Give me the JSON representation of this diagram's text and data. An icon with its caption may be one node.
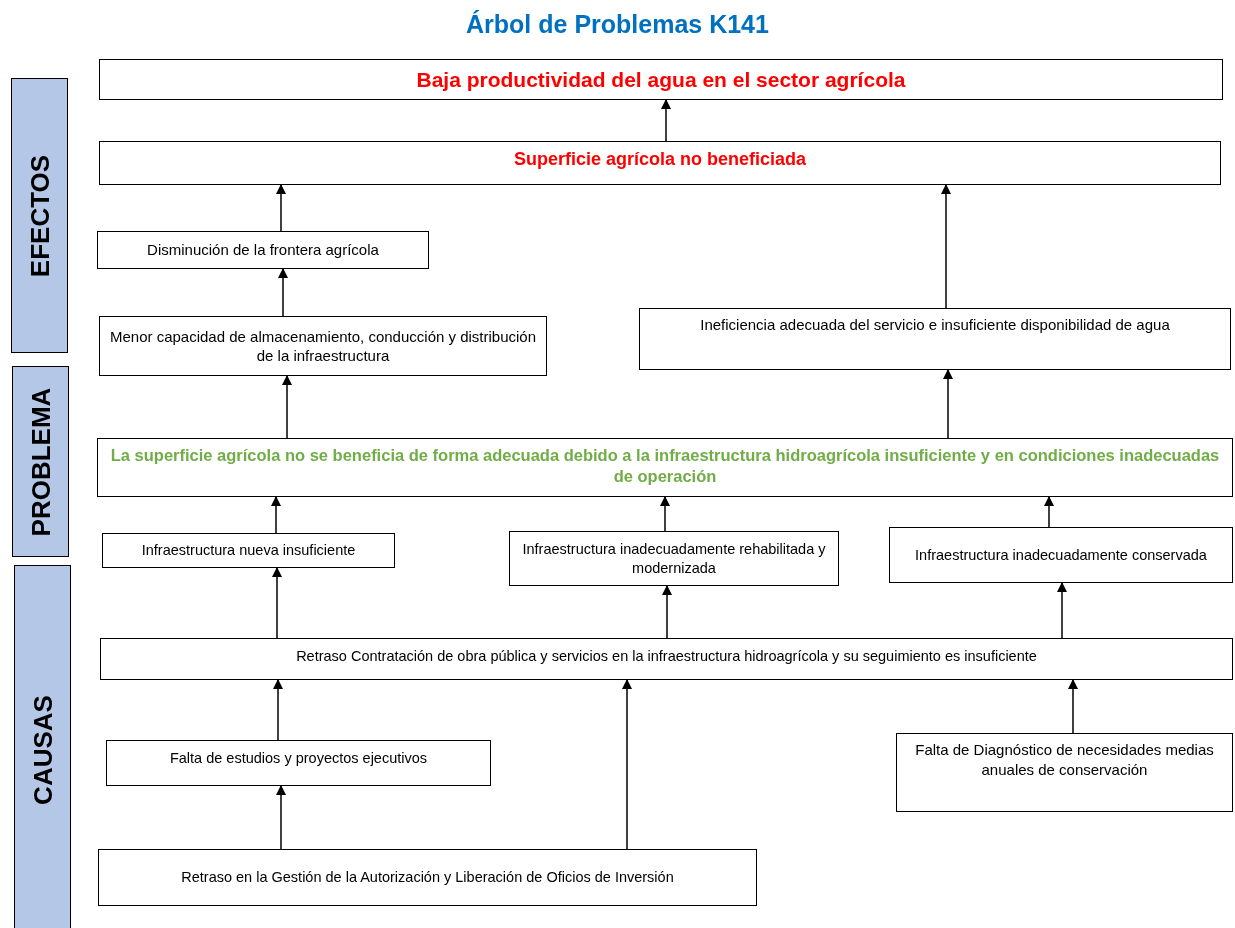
{
  "diagram": {
    "title": "Árbol de Problemas K141",
    "nodes": [
      {
        "text": [
          "Baja productividad del agua en el sector agrícola"
        ]
      },
      {
        "text": [
          "Superficie agrícola no beneficiada"
        ]
      },
      {
        "text": [
          "Disminución de la frontera agrícola"
        ]
      },
      {
        "text": [
          "Menor capacidad de almacenamiento, conducción y distribución de la infraestructura"
        ]
      },
      {
        "text": [
          "Ineficiencia adecuada del servicio e insuficiente disponibilidad de agua"
        ]
      },
      {
        "text": [
          "La superficie agrícola no se beneficia de forma adecuada debido a la infraestructura hidroagrícola insuficiente y en condiciones inadecuadas de operación"
        ]
      },
      {
        "text": [
          "Infraestructura nueva insuficiente"
        ]
      },
      {
        "text": [
          "Infraestructura inadecuadamente rehabilitada y modernizada"
        ]
      },
      {
        "text": [
          "Infraestructura inadecuadamente conservada"
        ]
      },
      {
        "text": [
          "Retraso Contratación de obra pública y servicios en la infraestructura hidroagrícola y su seguimiento es insuficiente"
        ]
      },
      {
        "text": [
          "Falta de estudios y proyectos ejecutivos"
        ]
      },
      {
        "text": [
          "Falta de Diagnóstico de necesidades medias anuales de conservación"
        ]
      },
      {
        "text": [
          "Retraso en la Gestión de la Autorización y Liberación de Oficios de Inversión"
        ]
      },
      {
        "text": [
          "EFECTOS"
        ]
      },
      {
        "text": [
          "PROBLEMA"
        ]
      },
      {
        "text": [
          "CAUSAS"
        ]
      }
    ],
    "edges": [
      {
        "from": 1,
        "to": 0,
        "arrow": "to"
      },
      {
        "from": 2,
        "to": 1,
        "arrow": "to"
      },
      {
        "from": 4,
        "to": 1,
        "arrow": "to"
      },
      {
        "from": 3,
        "to": 2,
        "arrow": "to"
      },
      {
        "from": 5,
        "to": 3,
        "arrow": "to"
      },
      {
        "from": 5,
        "to": 4,
        "arrow": "to"
      },
      {
        "from": 6,
        "to": 5,
        "arrow": "to"
      },
      {
        "from": 7,
        "to": 5,
        "arrow": "to"
      },
      {
        "from": 8,
        "to": 5,
        "arrow": "to"
      },
      {
        "from": 9,
        "to": 6,
        "arrow": "to"
      },
      {
        "from": 9,
        "to": 7,
        "arrow": "to"
      },
      {
        "from": 9,
        "to": 8,
        "arrow": "to"
      },
      {
        "from": 10,
        "to": 9,
        "arrow": "to"
      },
      {
        "from": 12,
        "to": 9,
        "arrow": "to"
      },
      {
        "from": 11,
        "to": 9,
        "arrow": "to"
      },
      {
        "from": 12,
        "to": 10,
        "arrow": "to"
      }
    ]
  }
}
